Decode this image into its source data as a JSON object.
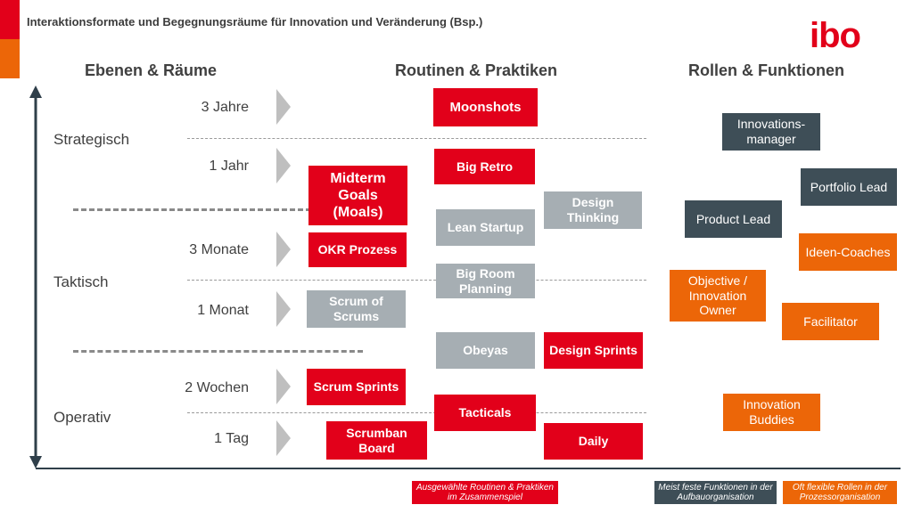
{
  "title": "Interaktionsformate und Begegnungsräume für Innovation und Veränderung (Bsp.)",
  "logo": "ibo",
  "headers": {
    "ebenen": "Ebenen & Räume",
    "routinen": "Routinen & Praktiken",
    "rollen": "Rollen & Funktionen"
  },
  "levels": {
    "strategisch": "Strategisch",
    "taktisch": "Taktisch",
    "operativ": "Operativ"
  },
  "times": [
    "3 Jahre",
    "1 Jahr",
    "3 Monate",
    "1 Monat",
    "2 Wochen",
    "1 Tag"
  ],
  "routines": {
    "moonshots": "Moonshots",
    "midterm_goals": "Midterm Goals (Moals)",
    "big_retro": "Big Retro",
    "design_thinking": "Design Thinking",
    "lean_startup": "Lean Startup",
    "okr_prozess": "OKR Prozess",
    "big_room_planning": "Big Room Planning",
    "scrum_of_scrums": "Scrum of Scrums",
    "obeyas": "Obeyas",
    "design_sprints": "Design Sprints",
    "scrum_sprints": "Scrum Sprints",
    "tacticals": "Tacticals",
    "scrumban_board": "Scrumban Board",
    "daily": "Daily"
  },
  "roles": {
    "innovationsmanager": "Innovations-manager",
    "portfolio_lead": "Portfolio Lead",
    "product_lead": "Product Lead",
    "ideen_coaches": "Ideen-Coaches",
    "objective_owner": "Objective / Innovation Owner",
    "facilitator": "Facilitator",
    "innovation_buddies": "Innovation Buddies"
  },
  "legend": {
    "red": "Ausgewählte Routinen & Praktiken im Zusammenspiel",
    "dark": "Meist feste Funktionen in der Aufbauorganisation",
    "orange": "Oft flexible Rollen in der Prozessorganisation"
  },
  "colors": {
    "red": "#e2001a",
    "grey": "#a6aeb3",
    "dark": "#3e4e57",
    "orange": "#ec6608"
  }
}
